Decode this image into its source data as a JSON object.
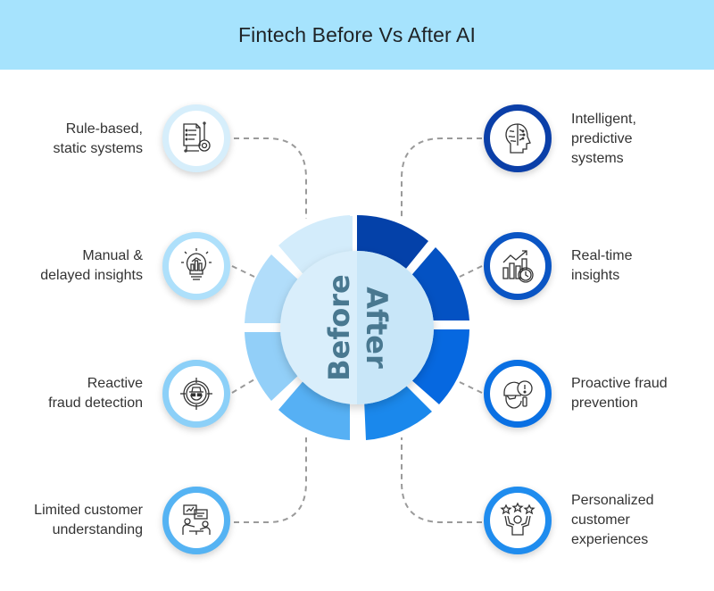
{
  "header": {
    "title": "Fintech Before Vs After AI",
    "background": "#a6e3fd"
  },
  "hub": {
    "before_label": "Before",
    "after_label": "After",
    "text_color": "#497890"
  },
  "before": {
    "items": [
      {
        "line1": "Rule-based,",
        "line2": "static systems",
        "icon": "document-gear-icon",
        "ring_color": "#d6eefb"
      },
      {
        "line1": "Manual &",
        "line2": "delayed insights",
        "icon": "lightbulb-chart-icon",
        "ring_color": "#aee0fb"
      },
      {
        "line1": "Reactive",
        "line2": "fraud detection",
        "icon": "spy-target-icon",
        "ring_color": "#8cd0f8"
      },
      {
        "line1": "Limited customer",
        "line2": "understanding",
        "icon": "meeting-presentation-icon",
        "ring_color": "#55b3f3"
      }
    ],
    "segment_colors": [
      "#d3ecfb",
      "#b1ddfa",
      "#92cff8",
      "#56b0f4"
    ]
  },
  "after": {
    "items": [
      {
        "line1": "Intelligent,",
        "line2": "predictive",
        "line3": "systems",
        "icon": "brain-head-icon",
        "ring_color": "#0b3fa8"
      },
      {
        "line1": "Real-time",
        "line2": "insights",
        "icon": "chart-clock-icon",
        "ring_color": "#0a55c4"
      },
      {
        "line1": "Proactive fraud",
        "line2": "prevention",
        "icon": "hacker-alert-icon",
        "ring_color": "#0a70e3"
      },
      {
        "line1": "Personalized",
        "line2": "customer",
        "line3": "experiences",
        "icon": "happy-customer-stars-icon",
        "ring_color": "#1f8cee"
      }
    ],
    "segment_colors": [
      "#0441a9",
      "#0452c3",
      "#0668e0",
      "#1a88ec"
    ]
  }
}
